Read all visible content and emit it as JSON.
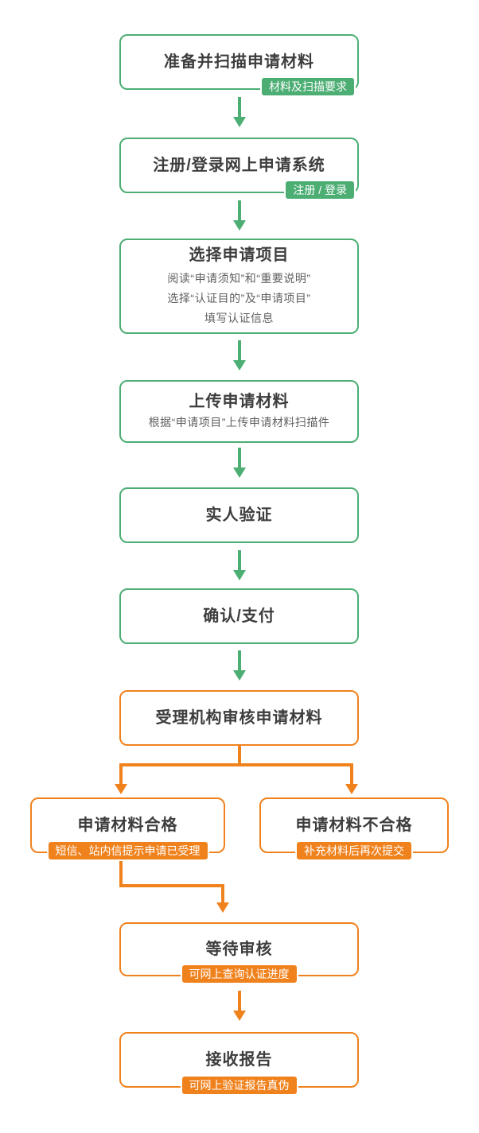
{
  "palette": {
    "green": "#4dae74",
    "orange": "#f0821e",
    "title_text": "#3d3d3d",
    "subtitle_text": "#606060",
    "tag_text": "#ffffff",
    "background": "#ffffff"
  },
  "steps": {
    "prepare": {
      "title": "准备并扫描申请材料",
      "tag": "材料及扫描要求"
    },
    "register": {
      "title": "注册/登录网上申请系统",
      "tag": "注册 / 登录"
    },
    "select_project": {
      "title": "选择申请项目",
      "lines": [
        "阅读“申请须知”和“重要说明”",
        "选择“认证目的”及“申请项目”",
        "填写认证信息"
      ]
    },
    "upload": {
      "title": "上传申请材料",
      "lines": [
        "根据“申请项目”上传申请材料扫描件"
      ]
    },
    "real_person_verify": {
      "title": "实人验证"
    },
    "confirm_pay": {
      "title": "确认/支付"
    },
    "review": {
      "title": "受理机构审核申请材料"
    },
    "qualified": {
      "title": "申请材料合格",
      "tag": "短信、站内信提示申请已受理"
    },
    "unqualified": {
      "title": "申请材料不合格",
      "tag": "补充材料后再次提交"
    },
    "waiting": {
      "title": "等待审核",
      "tag": "可网上查询认证进度"
    },
    "receive_report": {
      "title": "接收报告",
      "tag": "可网上验证报告真伪"
    }
  }
}
